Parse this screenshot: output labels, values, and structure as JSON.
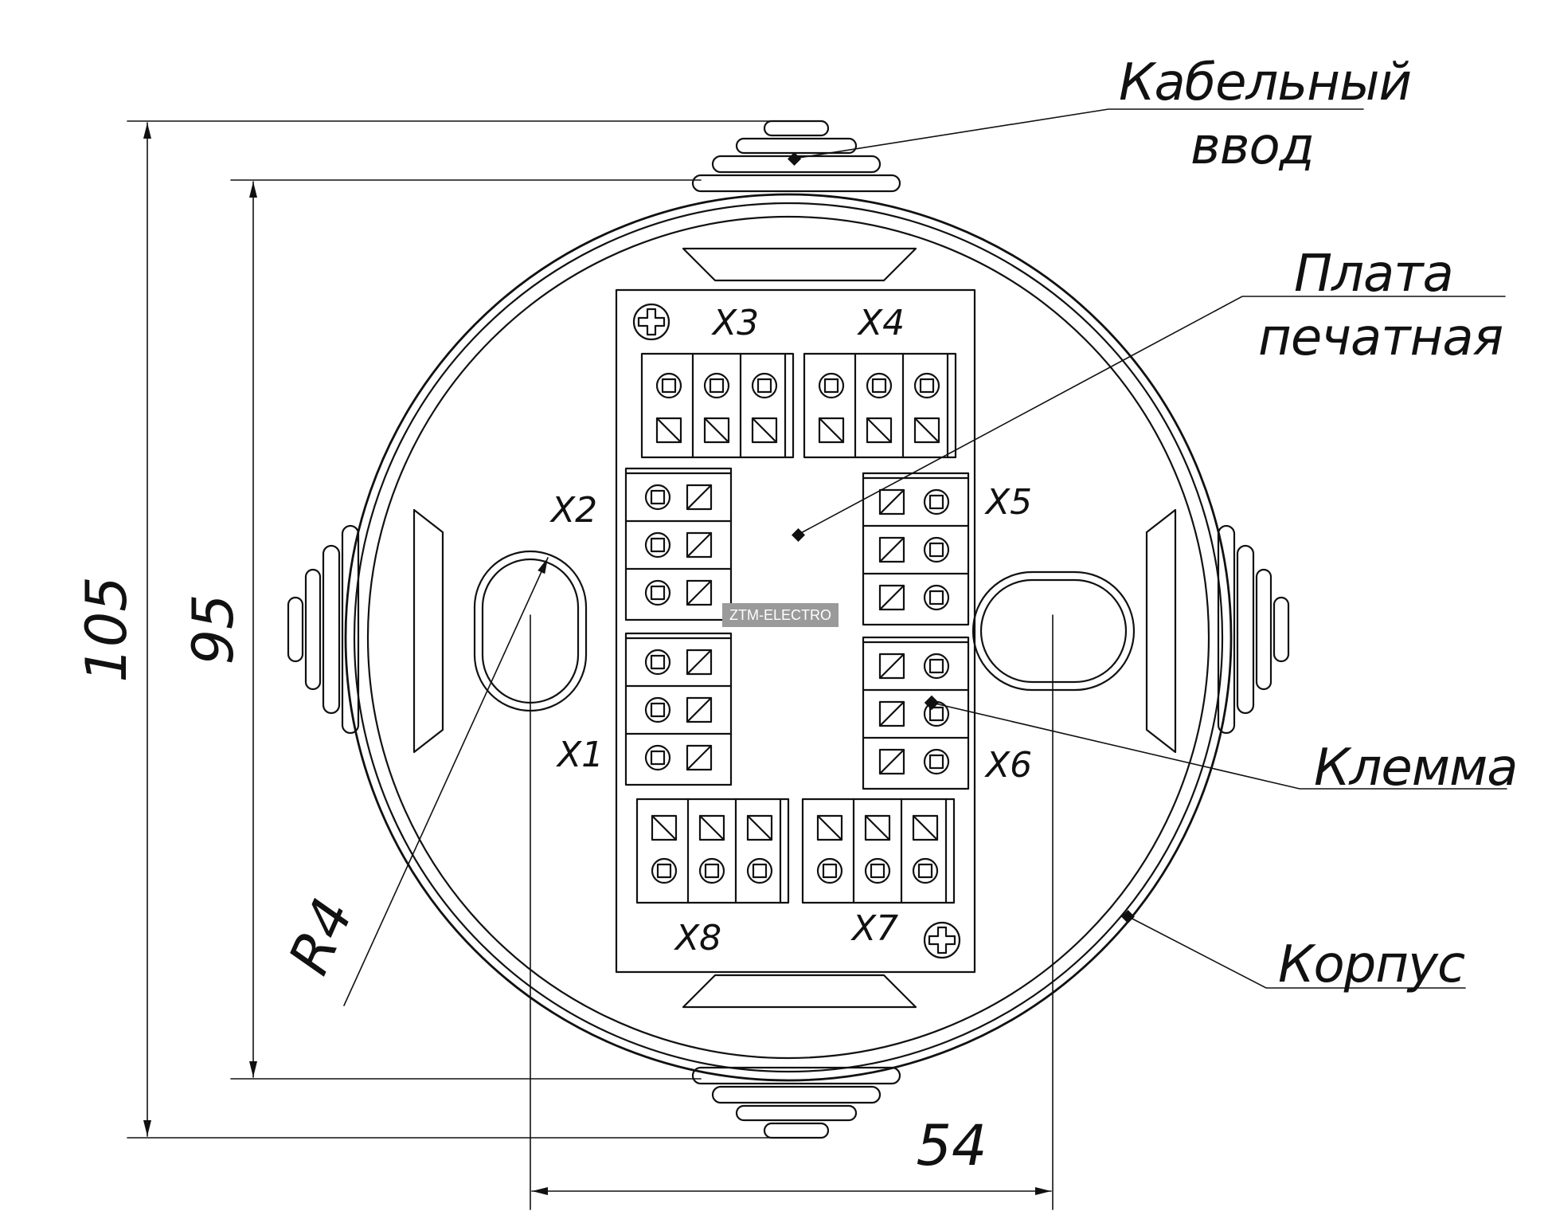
{
  "callouts": {
    "cable_entry_line1": "Кабельный",
    "cable_entry_line2": "ввод",
    "pcb_line1": "Плата",
    "pcb_line2": "печатная",
    "terminal": "Клемма",
    "housing": "Корпус"
  },
  "connectors": {
    "x1": "X1",
    "x2": "X2",
    "x3": "X3",
    "x4": "X4",
    "x5": "X5",
    "x6": "X6",
    "x7": "X7",
    "x8": "X8"
  },
  "dimensions": {
    "overall_height": "105",
    "body_height": "95",
    "hole_spacing": "54",
    "hole_radius": "R4"
  },
  "watermark": "ZTM-ELECTRO",
  "colors": {
    "line": "#111111",
    "background": "#ffffff",
    "watermark_bg": "#9a9a9a"
  }
}
